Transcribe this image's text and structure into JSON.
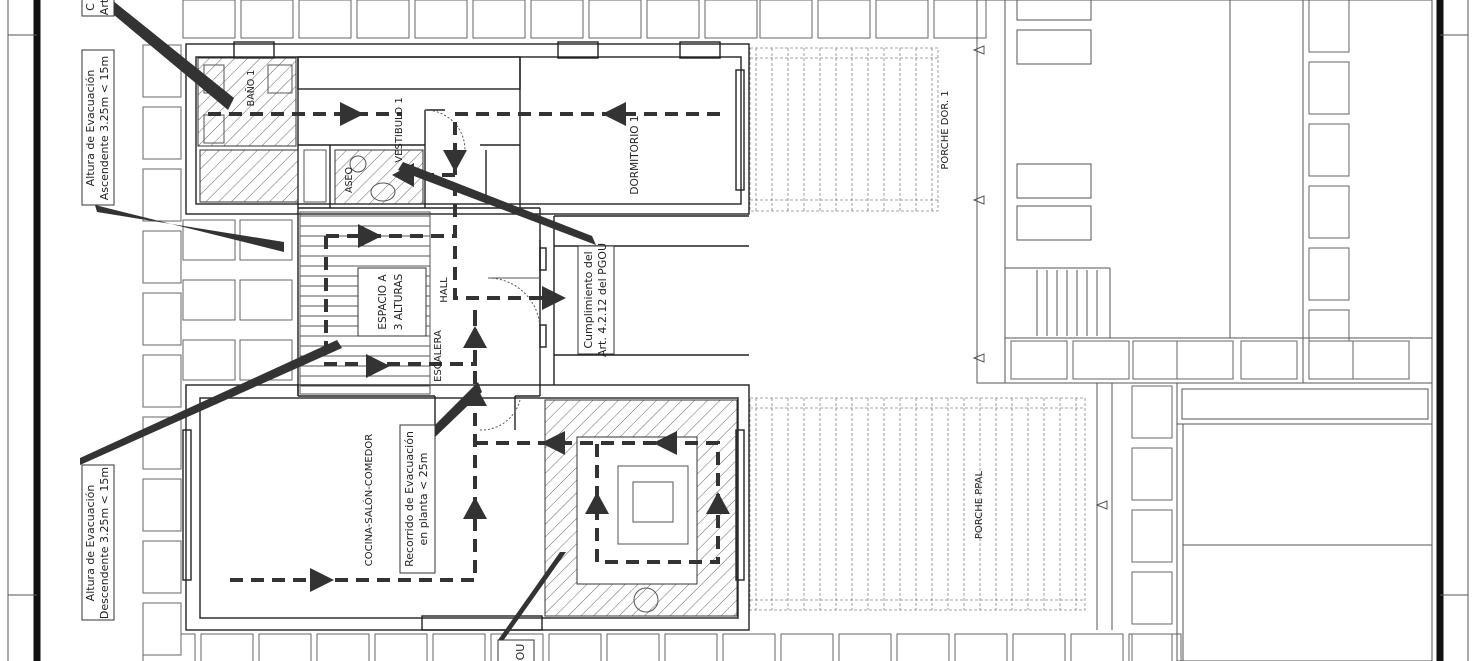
{
  "plan": {
    "rooms": {
      "bano": "BAÑO 1",
      "vestibulo": "VESTIBULO 1",
      "aseo": "ASEO",
      "dormitorio": "DORMITORIO 1",
      "porche_dor": "PORCHE DOR. 1",
      "hall": "HALL",
      "escalera": "ESCALERA",
      "cocina": "COCINA-SALÓN-COMEDOR",
      "porche_ppal": "PORCHE PPAL"
    },
    "espacio_box": {
      "line1": "ESPACIO A",
      "line2": "3 ALTURAS"
    },
    "annotations": {
      "asc_line1": "Altura de Evacuación",
      "asc_line2": "Ascendente 3.25m < 15m",
      "desc_line1": "Altura de Evacuación",
      "desc_line2": "Descendente 3.25m < 15m",
      "recorrido_line1": "Recorrido de Evacuación",
      "recorrido_line2": "en planta < 25m",
      "cumplimiento_line1": "Cumplimiento del",
      "cumplimiento_line2": "Art. 4.2.12 del PGOU",
      "top_cut_line1": "C",
      "top_cut_line2": "Art",
      "bottom_cut": "OU"
    },
    "colors": {
      "line": "#333333",
      "hatch": "#555555",
      "background": "#ffffff"
    }
  }
}
